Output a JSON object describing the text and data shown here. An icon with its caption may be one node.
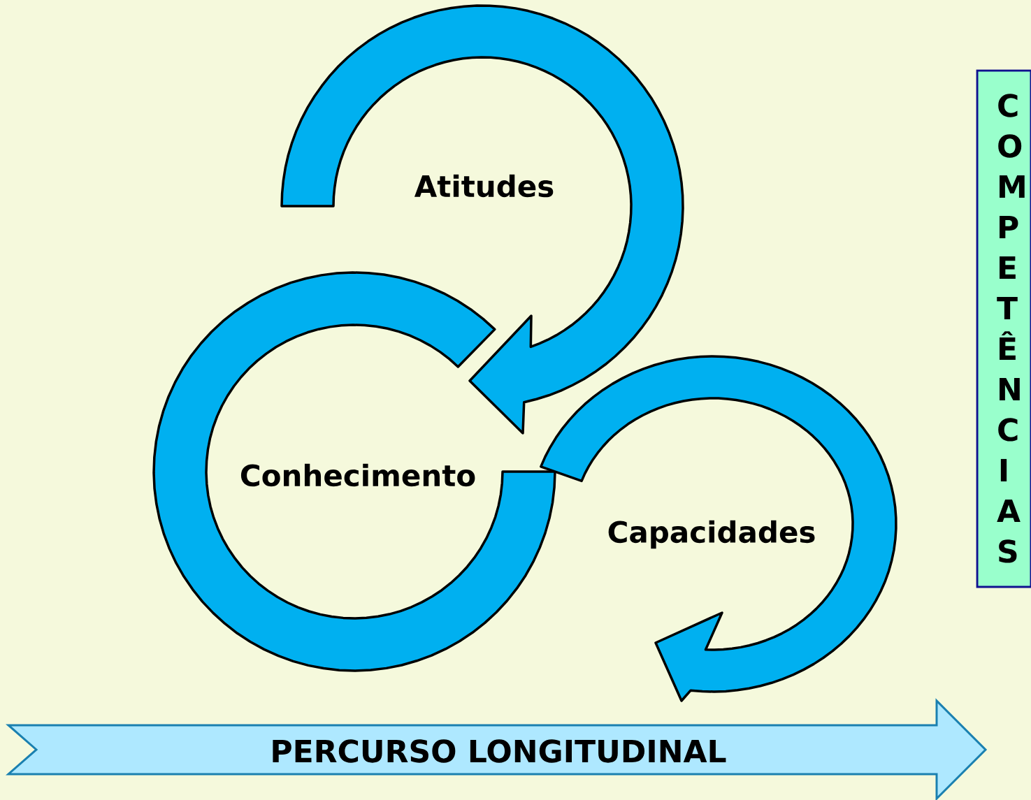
{
  "diagram": {
    "nodes": [
      {
        "text": [
          "Atitudes"
        ]
      },
      {
        "text": [
          "Conhecimento"
        ]
      },
      {
        "text": [
          "Capacidades"
        ]
      },
      {
        "text": [
          "PERCURSO LONGITUDINAL"
        ]
      },
      {
        "text": [
          "COMPETÊNCIAS"
        ]
      }
    ],
    "edges": [
      {
        "from": 0,
        "to": 1,
        "arrow": "to"
      },
      {
        "from": 1,
        "to": 2,
        "arrow": "none"
      },
      {
        "from": 2,
        "to": 3,
        "arrow": "to"
      }
    ]
  }
}
